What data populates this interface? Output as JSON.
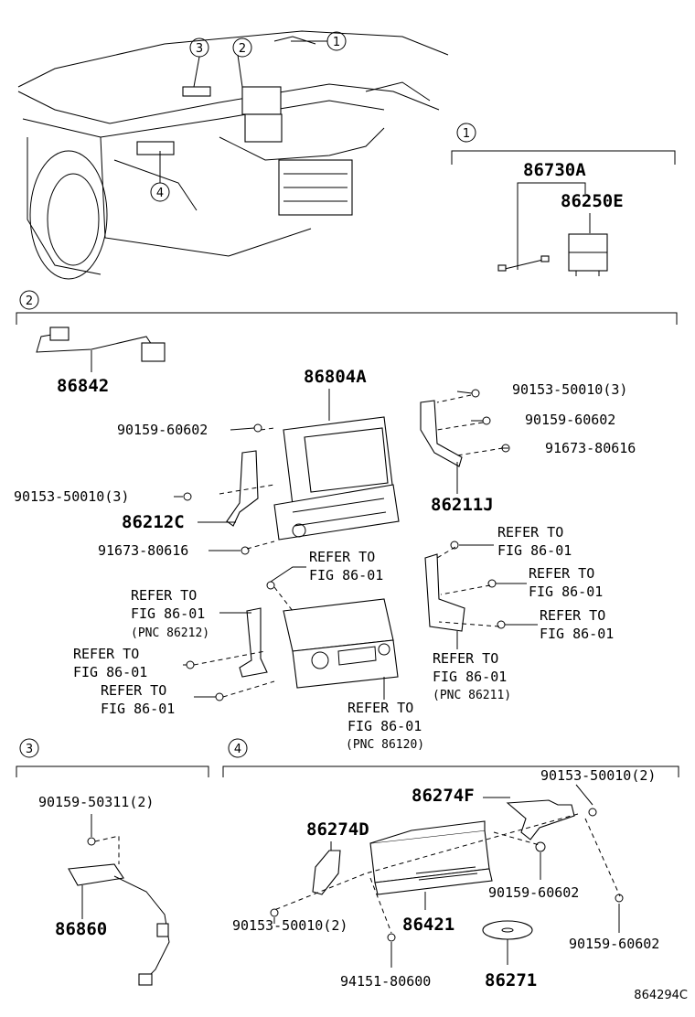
{
  "sections": {
    "s1": {
      "badge": "1",
      "labels": [
        "86730A",
        "86250E"
      ]
    },
    "s2": {
      "badge": "2",
      "labels": {
        "p86842": "86842",
        "p86804A": "86804A",
        "b_90153_top": "90153-50010(3)",
        "b_90159_left": "90159-60602",
        "b_90159_right": "90159-60602",
        "b_91673_right": "91673-80616",
        "b_90153_left": "90153-50010(3)",
        "p86212C": "86212C",
        "p86211J": "86211J",
        "b_91673_left": "91673-80616"
      },
      "refer": {
        "r1": [
          "REFER TO",
          "FIG 86-01"
        ],
        "r2": [
          "REFER TO",
          "FIG 86-01"
        ],
        "r3": [
          "REFER TO",
          "FIG 86-01"
        ],
        "r4": [
          "REFER TO",
          "FIG 86-01",
          "(PNC 86212)"
        ],
        "r5": [
          "REFER TO",
          "FIG 86-01"
        ],
        "r6": [
          "REFER TO",
          "FIG 86-01"
        ],
        "r7": [
          "REFER TO",
          "FIG 86-01"
        ],
        "r8": [
          "REFER TO",
          "FIG 86-01",
          "(PNC 86211)"
        ],
        "r9": [
          "REFER TO",
          "FIG 86-01",
          "(PNC 86120)"
        ]
      }
    },
    "s3": {
      "badge": "3",
      "labels": [
        "90159-50311(2)",
        "86860"
      ]
    },
    "s4": {
      "badge": "4",
      "labels": {
        "b_90153_right": "90153-50010(2)",
        "p86274F": "86274F",
        "p86274D": "86274D",
        "b_90159_a": "90159-60602",
        "b_90159_b": "90159-60602",
        "p86421": "86421",
        "b_90153_left": "90153-50010(2)",
        "b_94151": "94151-80600",
        "p86271": "86271"
      }
    }
  },
  "overview_badges": [
    "1",
    "2",
    "3",
    "4"
  ],
  "figure_id": "864294C"
}
